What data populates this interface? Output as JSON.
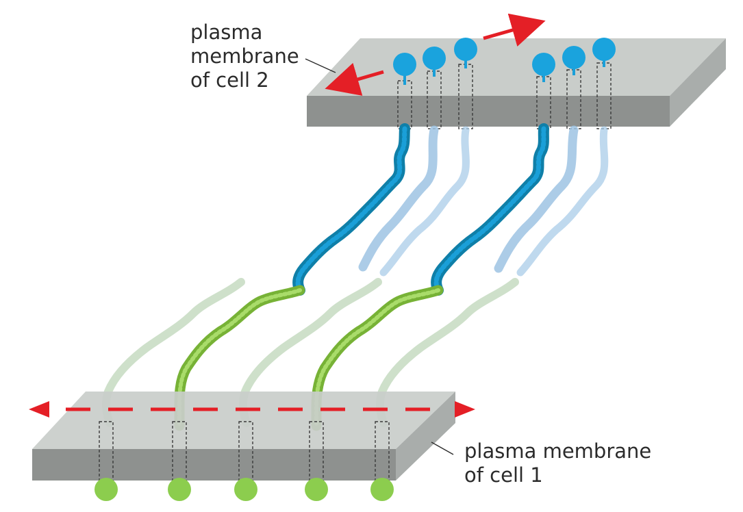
{
  "labels": {
    "cell2": [
      "plasma",
      "membrane",
      "of cell 2"
    ],
    "cell1": [
      "plasma membrane",
      "of cell 1"
    ]
  },
  "colors": {
    "membrane_top": "#c9cdca",
    "membrane_front": "#8e918f",
    "membrane_side": "#a9adab",
    "cell2_protein": "#1a9fd8",
    "cell2_protein_dark": "#0f7fa8",
    "cell2_protein_faded": "#9dc3e3",
    "cell1_protein": "#8ccd4e",
    "cell1_protein_dark": "#77b236",
    "cell1_protein_faded": "#c9ddc4",
    "arrow": "#e41f26"
  },
  "icons": {
    "arrow": "red-arrow",
    "cell2_head": "blue-sphere",
    "cell1_head": "green-sphere"
  }
}
